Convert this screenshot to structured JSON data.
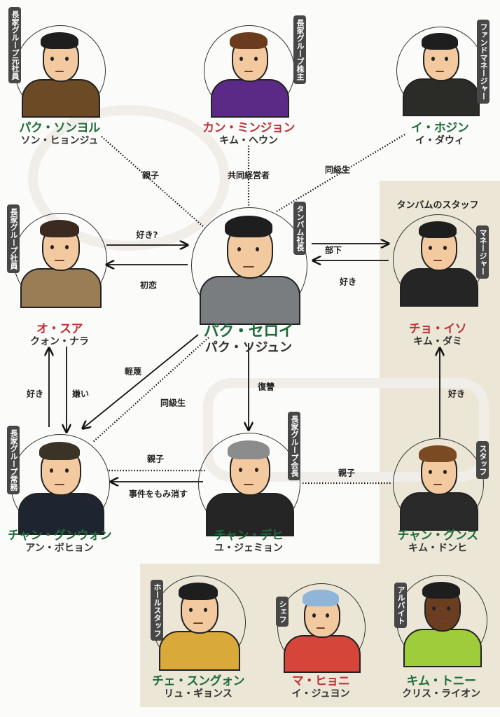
{
  "colors": {
    "protagonist_green": "#1e6b3a",
    "heroine_red": "#c0323a",
    "panel": "#ece6d6"
  },
  "group_title": "タンバムのスタッフ",
  "characters": [
    {
      "id": "park-sungyeol",
      "role": "長家グループ元社員",
      "name": "パク・ソンヨル",
      "actor": "ソン・ヒョンジュ",
      "name_color": "green",
      "outfit": "#6b4a25",
      "hair": "#1e1e1e"
    },
    {
      "id": "kang-minjeong",
      "role": "長家グループ株主",
      "name": "カン・ミンジョン",
      "actor": "キム・ヘウン",
      "name_color": "red",
      "outfit": "#5b2a86",
      "hair": "#6a3b1d"
    },
    {
      "id": "lee-hojin",
      "role": "ファンドマネージャー",
      "name": "イ・ホジン",
      "actor": "イ・ダウィ",
      "name_color": "green",
      "outfit": "#2b2b28",
      "hair": "#1e1e1e"
    },
    {
      "id": "oh-sooah",
      "role": "長家グループ社員",
      "name": "オ・スア",
      "actor": "クォン・ナラ",
      "name_color": "red",
      "outfit": "#9a7c55",
      "hair": "#3a2a20"
    },
    {
      "id": "park-saeroyi",
      "role": "タンバム社長",
      "name": "パク・セロイ",
      "actor": "パク・ソジュン",
      "name_color": "green",
      "outfit": "#7a7d7f",
      "hair": "#1e1e1e"
    },
    {
      "id": "jo-yiseo",
      "role": "マネージャー",
      "name": "チョ・イソ",
      "actor": "キム・ダミ",
      "name_color": "red",
      "outfit": "#252525",
      "hair": "#1e1e1e"
    },
    {
      "id": "jang-geunwon",
      "role": "長家グループ常務",
      "name": "チャン・グンウォン",
      "actor": "アン・ボヒョン",
      "name_color": "green",
      "outfit": "#1e2430",
      "hair": "#3b3325"
    },
    {
      "id": "jang-daehee",
      "role": "長家グループ会長",
      "name": "チャン・デヒ",
      "actor": "ユ・ジェミョン",
      "name_color": "green",
      "outfit": "#252525",
      "hair": "#8c8c8c"
    },
    {
      "id": "jang-geunsoo",
      "role": "スタッフ",
      "name": "チャン・グンス",
      "actor": "キム・ドンヒ",
      "name_color": "green",
      "outfit": "#2a2a2a",
      "hair": "#7a4a22"
    },
    {
      "id": "choi-seunggwon",
      "role": "ホールスタッフ",
      "name": "チェ・スングォン",
      "actor": "リュ・ギョンス",
      "name_color": "green",
      "outfit": "#d9a93a",
      "hair": "#1e1e1e"
    },
    {
      "id": "ma-hyeonyi",
      "role": "シェフ",
      "name": "マ・ヒョニ",
      "actor": "イ・ジュヨン",
      "name_color": "red",
      "outfit": "#d6453a",
      "hair": "#8fb5d8"
    },
    {
      "id": "kim-tony",
      "role": "アルバイト",
      "name": "キム・トニー",
      "actor": "クリス・ライオン",
      "name_color": "green",
      "outfit": "#9fcc3a",
      "hair": "#1e1e1e"
    }
  ],
  "relations": [
    {
      "from": "park-sungyeol",
      "to": "park-saeroyi",
      "label": "親子",
      "style": "dotted"
    },
    {
      "from": "kang-minjeong",
      "to": "park-saeroyi",
      "label": "共同経営者",
      "style": "dotted"
    },
    {
      "from": "lee-hojin",
      "to": "park-saeroyi",
      "label": "同級生",
      "style": "dotted"
    },
    {
      "from": "oh-sooah",
      "to": "park-saeroyi",
      "label": "好き?",
      "style": "arrow"
    },
    {
      "from": "park-saeroyi",
      "to": "oh-sooah",
      "label": "初恋",
      "style": "arrow"
    },
    {
      "from": "park-saeroyi",
      "to": "jo-yiseo",
      "label": "部下",
      "style": "arrow"
    },
    {
      "from": "jo-yiseo",
      "to": "park-saeroyi",
      "label": "好き",
      "style": "arrow"
    },
    {
      "from": "jang-geunwon",
      "to": "oh-sooah",
      "label": "好き",
      "style": "arrow"
    },
    {
      "from": "oh-sooah",
      "to": "jang-geunwon",
      "label": "嫌い",
      "style": "arrow"
    },
    {
      "from": "park-saeroyi",
      "to": "jang-geunwon",
      "label": "軽蔑",
      "style": "arrow"
    },
    {
      "from": "park-saeroyi",
      "to": "jang-geunwon",
      "label": "同級生",
      "style": "dotted"
    },
    {
      "from": "park-saeroyi",
      "to": "jang-daehee",
      "label": "復讐",
      "style": "arrow"
    },
    {
      "from": "jang-daehee",
      "to": "jang-geunwon",
      "label": "親子",
      "style": "dotted"
    },
    {
      "from": "jang-daehee",
      "to": "jang-geunwon",
      "label": "事件をもみ消す",
      "style": "arrow"
    },
    {
      "from": "jang-daehee",
      "to": "jang-geunsoo",
      "label": "親子",
      "style": "dotted"
    },
    {
      "from": "jang-geunsoo",
      "to": "jo-yiseo",
      "label": "好き",
      "style": "arrow"
    }
  ]
}
